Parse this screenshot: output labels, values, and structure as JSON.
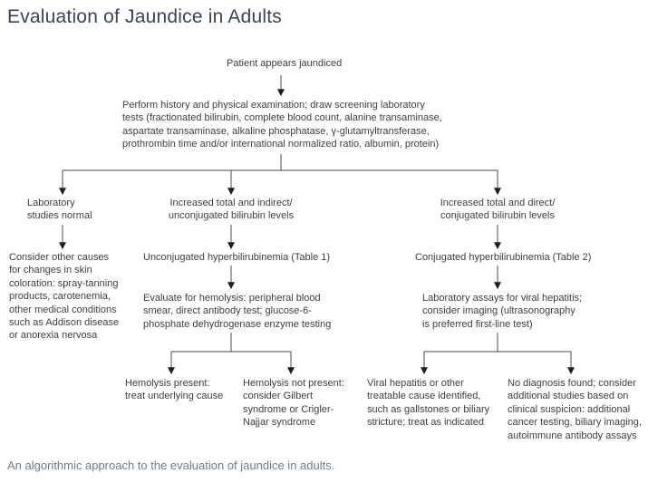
{
  "page": {
    "title": "Evaluation of Jaundice in Adults",
    "caption": "An algorithmic approach to the evaluation of jaundice in adults."
  },
  "colors": {
    "title_text": "#3c4357",
    "caption_text": "#6f7b8a",
    "node_text": "#3e3e3e",
    "connector_line": "#4d4d4d",
    "arrowhead": "#1f1f1f",
    "background": "#ffffff"
  },
  "flowchart": {
    "nodes": {
      "patient": "Patient appears jaundiced",
      "workup": "Perform history and physical examination; draw screening laboratory\ntests (fractionated bilirubin, complete blood count, alanine transaminase,\naspartate transaminase, alkaline phosphatase, γ-glutamyltransferase,\nprothrombin time and/or international normalized ratio, albumin, protein)",
      "labs_normal": "Laboratory\nstudies normal",
      "indirect_bilirubin": "Increased total and indirect/\nunconjugated bilirubin levels",
      "direct_bilirubin": "Increased total and direct/\nconjugated bilirubin levels",
      "other_causes": "Consider other causes\nfor changes in skin\ncoloration: spray-tanning\nproducts, carotenemia,\nother medical conditions\nsuch as Addison disease\nor anorexia nervosa",
      "unconjugated": "Unconjugated hyperbilirubinemia (Table 1)",
      "conjugated": "Conjugated hyperbilirubinemia (Table 2)",
      "hemolysis_eval": "Evaluate for hemolysis: peripheral blood\nsmear, direct antibody test; glucose-6-\nphosphate dehydrogenase enzyme testing",
      "viral_assays": "Laboratory assays for viral hepatitis;\nconsider imaging (ultrasonography\nis preferred first-line test)",
      "hemolysis_present": "Hemolysis present:\ntreat underlying cause",
      "hemolysis_absent": "Hemolysis not present:\nconsider Gilbert\nsyndrome or Crigler-\nNajjar syndrome",
      "treatable_cause": "Viral hepatitis or other\ntreatable cause identified,\nsuch as gallstones or biliary\nstricture; treat as indicated",
      "no_diagnosis": "No diagnosis found; consider\nadditional studies based on\nclinical suspicion: additional\ncancer testing, biliary imaging,\nautoimmune antibody assays"
    }
  }
}
